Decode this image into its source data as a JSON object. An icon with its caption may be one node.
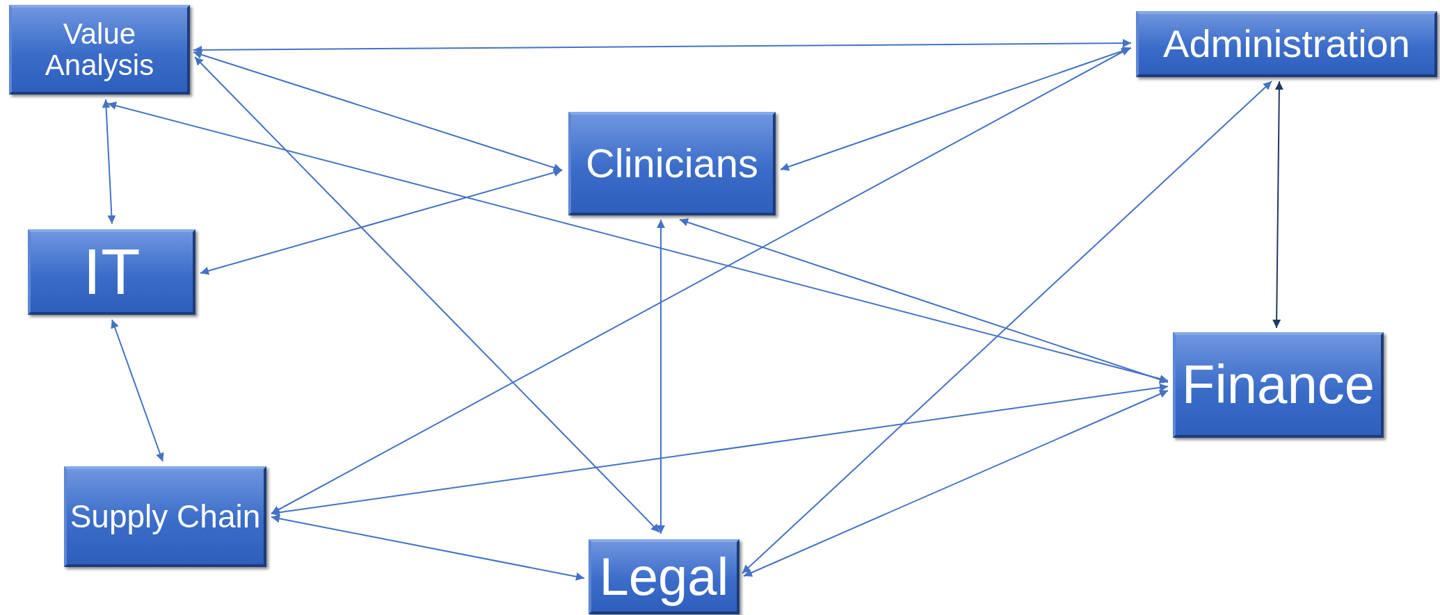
{
  "diagram": {
    "nodes": [
      {
        "text": [
          "Value Analysis"
        ]
      },
      {
        "text": [
          "Administration"
        ]
      },
      {
        "text": [
          "Clinicians"
        ]
      },
      {
        "text": [
          "IT"
        ]
      },
      {
        "text": [
          "Finance"
        ]
      },
      {
        "text": [
          "Supply Chain"
        ]
      },
      {
        "text": [
          "Legal"
        ]
      }
    ],
    "edges": [
      {
        "from": 0,
        "to": 1,
        "arrow": "both"
      },
      {
        "from": 0,
        "to": 2,
        "arrow": "both"
      },
      {
        "from": 0,
        "to": 3,
        "arrow": "both"
      },
      {
        "from": 0,
        "to": 6,
        "arrow": "both"
      },
      {
        "from": 0,
        "to": 4,
        "arrow": "both"
      },
      {
        "from": 1,
        "to": 2,
        "arrow": "both"
      },
      {
        "from": 1,
        "to": 5,
        "arrow": "both"
      },
      {
        "from": 1,
        "to": 6,
        "arrow": "both"
      },
      {
        "from": 1,
        "to": 4,
        "arrow": "both",
        "color": "#203864"
      },
      {
        "from": 2,
        "to": 3,
        "arrow": "both"
      },
      {
        "from": 2,
        "to": 6,
        "arrow": "both"
      },
      {
        "from": 2,
        "to": 4,
        "arrow": "both"
      },
      {
        "from": 3,
        "to": 5,
        "arrow": "both"
      },
      {
        "from": 4,
        "to": 5,
        "arrow": "both"
      },
      {
        "from": 4,
        "to": 6,
        "arrow": "both"
      },
      {
        "from": 5,
        "to": 6,
        "arrow": "both"
      }
    ]
  }
}
